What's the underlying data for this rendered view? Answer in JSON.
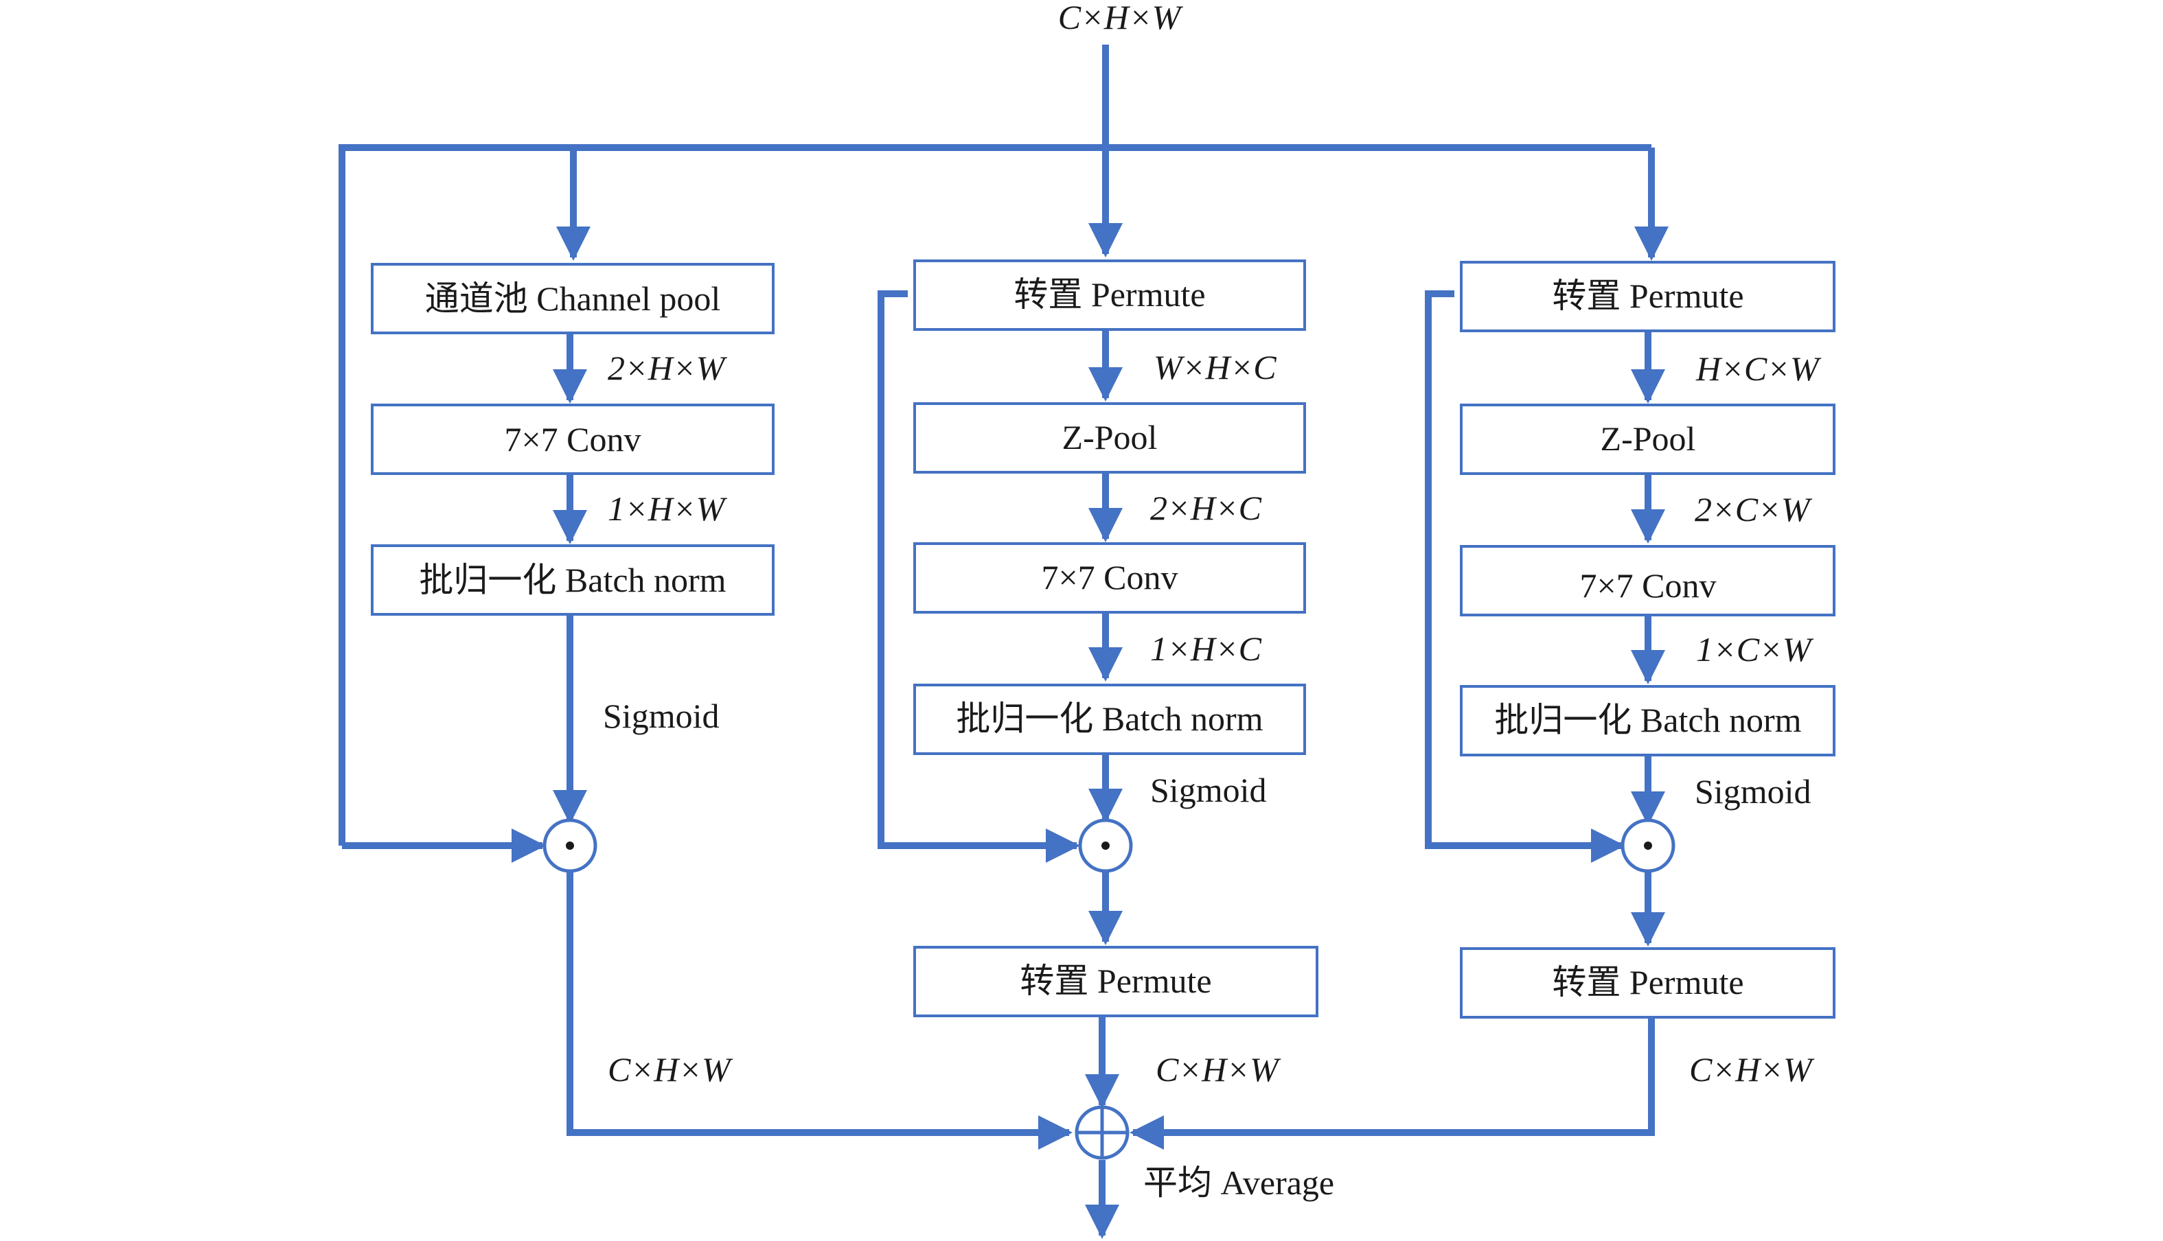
{
  "input_dim": "C×H×W",
  "branch1": {
    "box1": "通道池 Channel pool",
    "dim1": "2×H×W",
    "box2": "7×7 Conv",
    "dim2": "1×H×W",
    "box3": "批归一化 Batch norm",
    "activation": "Sigmoid",
    "out_dim": "C×H×W"
  },
  "branch2": {
    "box0": "转置 Permute",
    "dim0": "W×H×C",
    "box1": "Z-Pool",
    "dim1": "2×H×C",
    "box2": "7×7 Conv",
    "dim2": "1×H×C",
    "box3": "批归一化 Batch norm",
    "activation": "Sigmoid",
    "box4": "转置 Permute",
    "out_dim": "C×H×W"
  },
  "branch3": {
    "box0": "转置 Permute",
    "dim0": "H×C×W",
    "box1": "Z-Pool",
    "dim1": "2×C×W",
    "box2": "7×7 Conv",
    "dim2": "1×C×W",
    "box3": "批归一化 Batch norm",
    "activation": "Sigmoid",
    "box4": "转置 Permute",
    "out_dim": "C×H×W"
  },
  "output_label": "平均 Average",
  "colors": {
    "arrow": "#4472C4",
    "box_border": "#4472C4",
    "text": "#1a1a1a"
  }
}
